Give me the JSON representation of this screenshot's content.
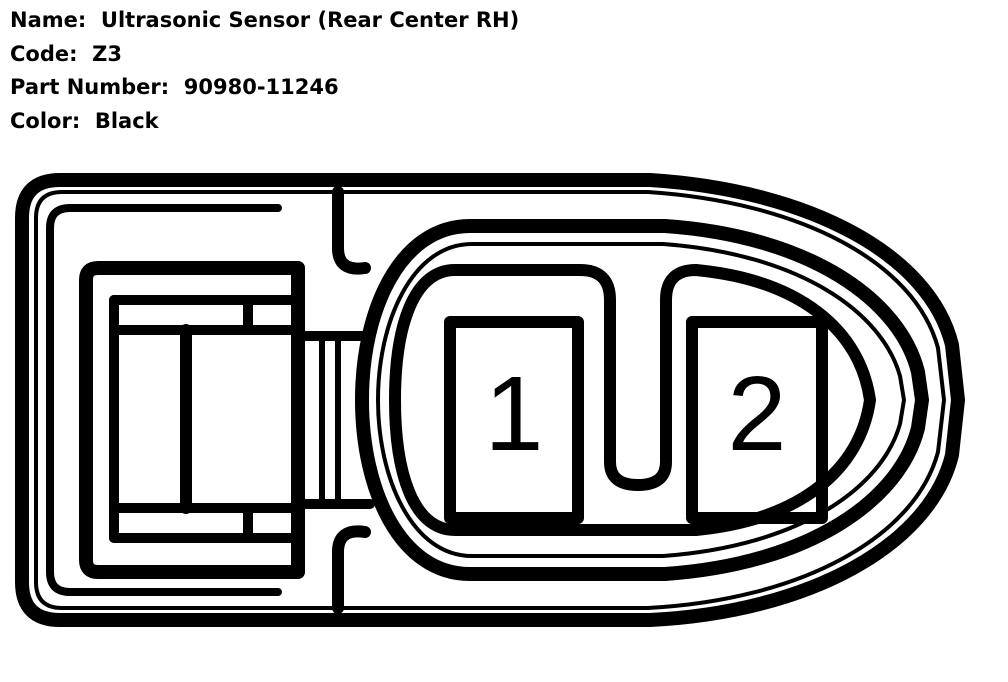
{
  "connector_info": {
    "name_label": "Name:",
    "name_value": "Ultrasonic Sensor (Rear Center RH)",
    "code_label": "Code:",
    "code_value": "Z3",
    "part_number_label": "Part Number:",
    "part_number_value": "90980-11246",
    "color_label": "Color:",
    "color_value": "Black"
  },
  "pins": [
    {
      "number": "1"
    },
    {
      "number": "2"
    }
  ],
  "line_color": "#000000",
  "background_color": "#ffffff"
}
